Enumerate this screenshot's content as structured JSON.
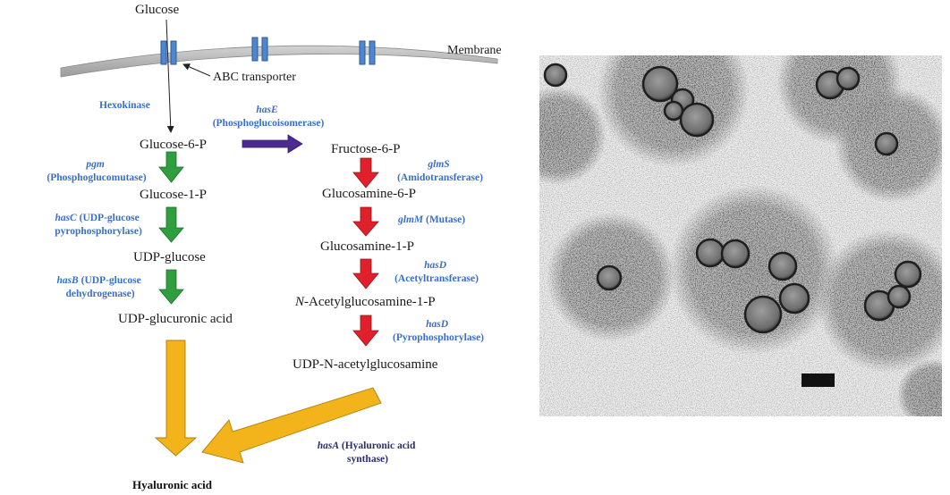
{
  "diagram": {
    "glucose": "Glucose",
    "membrane": "Membrane",
    "transporter": "ABC transporter",
    "hexokinase": "Hexokinase",
    "left_chain": {
      "glucose6p": "Glucose-6-P",
      "pgm_gene": "pgm",
      "pgm_name": "(Phosphoglucomutase)",
      "glucose1p": "Glucose-1-P",
      "hasC_gene": "hasC",
      "hasC_name_1": " (UDP-glucose",
      "hasC_name_2": "pyrophosphorylase)",
      "udp_glucose": "UDP-glucose",
      "hasB_gene": "hasB",
      "hasB_name_1": " (UDP-glucose",
      "hasB_name_2": "dehydrogenase)",
      "udp_glucuronic": "UDP-glucuronic acid"
    },
    "hasE_gene": "hasE",
    "hasE_name": "(Phosphoglucoisomerase)",
    "right_chain": {
      "fructose6p": "Fructose-6-P",
      "glmS_gene": "glmS",
      "glmS_name": "(Amidotransferase)",
      "glucosamine6p": "Glucosamine-6-P",
      "glmM_gene": "glmM",
      "glmM_name": " (Mutase)",
      "glucosamine1p": "Glucosamine-1-P",
      "hasD1_gene": "hasD",
      "hasD1_name": "(Acetyltransferase)",
      "nacetyl_italic": "N",
      "nacetyl_rest": "-Acetylglucosamine-1-P",
      "hasD2_gene": "hasD",
      "hasD2_name": "(Pyrophosphorylase)",
      "udp_nacetyl": "UDP-N-acetylglucosamine"
    },
    "hasA_gene": "hasA",
    "hasA_name_1": " (Hyaluronic acid",
    "hasA_name_2": "synthase)",
    "product": "Hyaluronic acid",
    "colors": {
      "enzyme_text": "#3a6fc7",
      "green_arrow": "#2e9e3e",
      "red_arrow": "#e0202a",
      "purple_arrow": "#4b2a91",
      "yellow_arrow": "#f2b31b",
      "transporter": "#4f86cf",
      "membrane": "#b8b8b8"
    }
  },
  "micrograph": {
    "description_icon": "bacteria-capsule-micrograph"
  }
}
